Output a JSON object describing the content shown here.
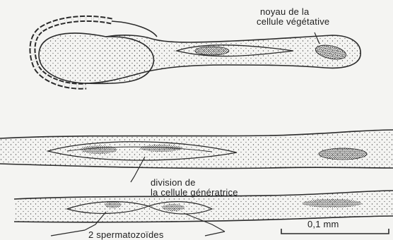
{
  "labels": {
    "noyau_line1": "noyau de la",
    "noyau_line2": "cellule végétative",
    "division_line1": "division de",
    "division_line2": "la cellule génératrice",
    "spermatozoides": "2 spermatozoïdes",
    "scale": "0,1 mm"
  },
  "colors": {
    "ink": "#2a2a2a",
    "paper": "#f4f4f2",
    "stipple": "#555555"
  }
}
